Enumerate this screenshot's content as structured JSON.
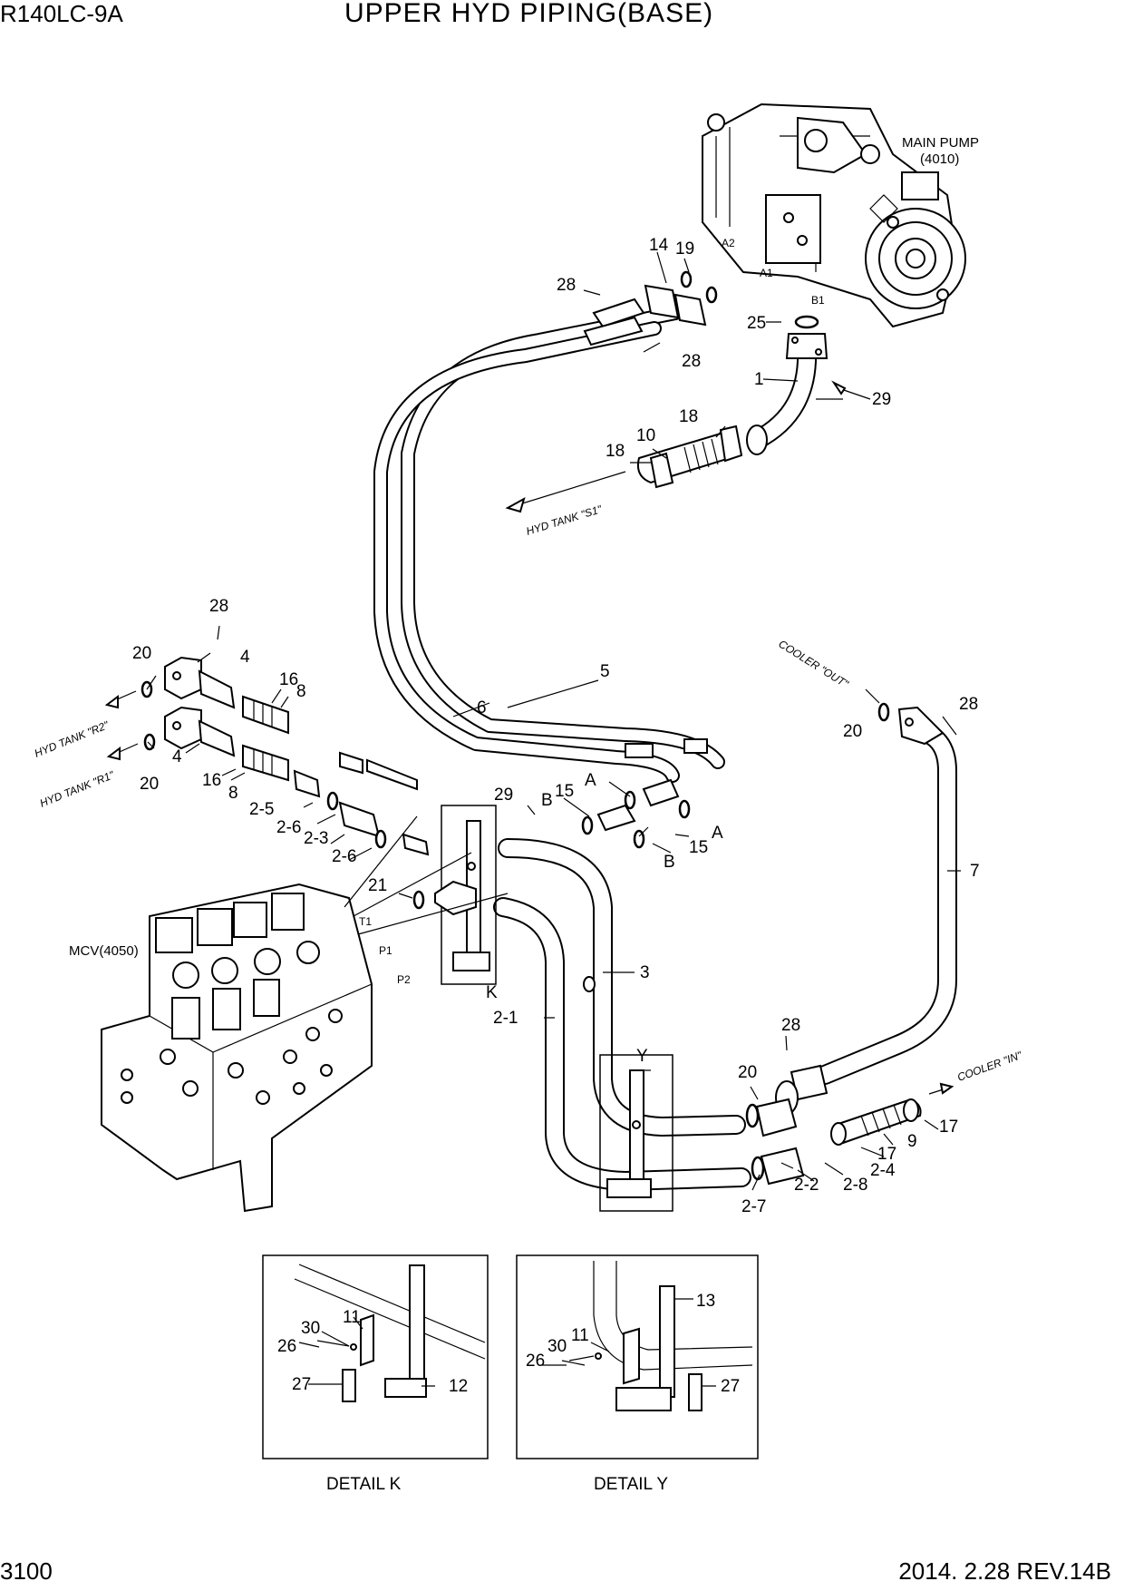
{
  "header": {
    "model": "R140LC-9A",
    "title": "UPPER HYD PIPING(BASE)"
  },
  "footer": {
    "page": "3100",
    "revision": "2014. 2.28  REV.14B"
  },
  "components": {
    "main_pump": {
      "name": "MAIN PUMP",
      "code": "(4010)"
    },
    "mcv": "MCV(4050)"
  },
  "port_labels": [
    "A2",
    "A1",
    "B1",
    "T1",
    "P1",
    "P2"
  ],
  "flow_labels": {
    "hyd_tank_s1": "HYD TANK \"S1\"",
    "hyd_tank_r2": "HYD TANK \"R2\"",
    "hyd_tank_r1": "HYD TANK \"R1\"",
    "cooler_out": "COOLER \"OUT\"",
    "cooler_in": "COOLER \"IN\""
  },
  "callouts": [
    "14",
    "19",
    "28",
    "28",
    "25",
    "1",
    "29",
    "18",
    "10",
    "18",
    "28",
    "20",
    "4",
    "16",
    "8",
    "4",
    "20",
    "16",
    "8",
    "5",
    "6",
    "20",
    "28",
    "7",
    "29",
    "B",
    "15",
    "A",
    "2-5",
    "2-6",
    "2-3",
    "2-6",
    "B",
    "15",
    "A",
    "21",
    "3",
    "2-1",
    "28",
    "20",
    "17",
    "9",
    "17",
    "2-2",
    "2-8",
    "2-4",
    "2-7",
    "K",
    "Y",
    "11",
    "30",
    "26",
    "27",
    "12",
    "11",
    "30",
    "26",
    "27",
    "13"
  ],
  "details": {
    "k": "DETAIL K",
    "y": "DETAIL Y"
  }
}
